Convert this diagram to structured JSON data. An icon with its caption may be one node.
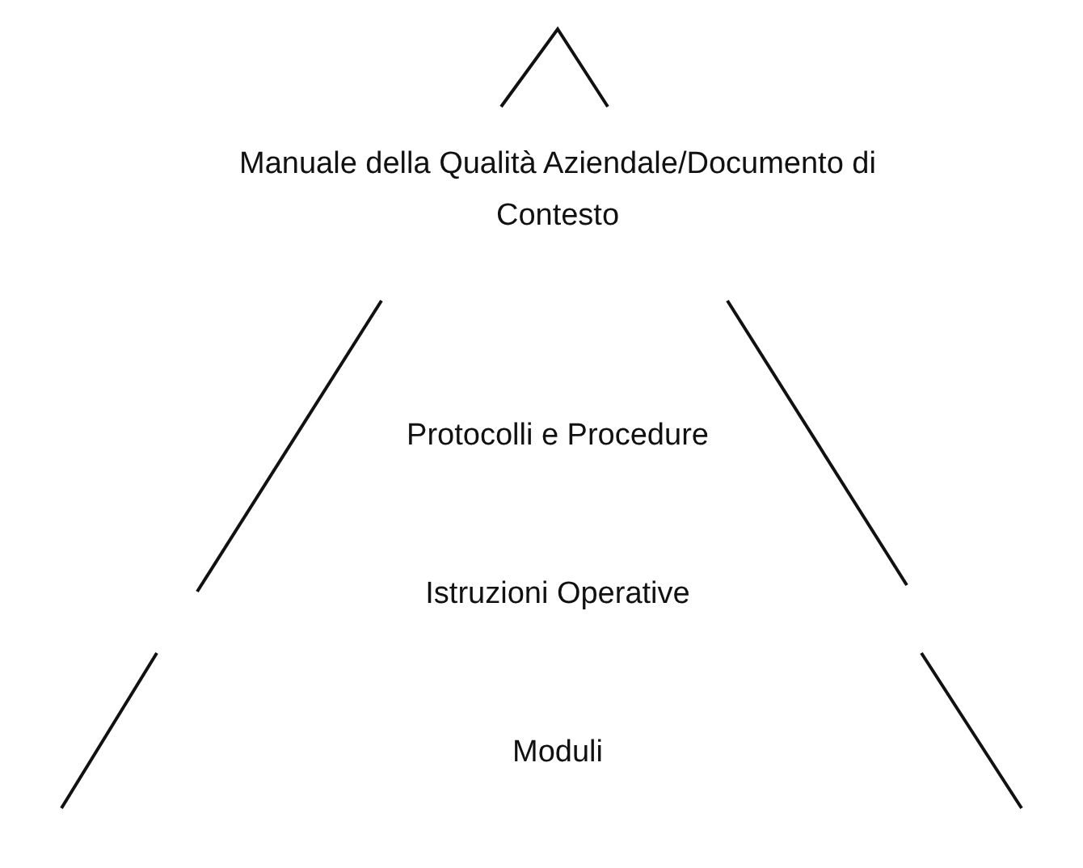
{
  "diagram": {
    "labels": [
      "Manuale della Qualità Aziendale/Documento di Contesto",
      "Protocolli e Procedure",
      "Istruzioni Operative",
      "Moduli"
    ]
  }
}
